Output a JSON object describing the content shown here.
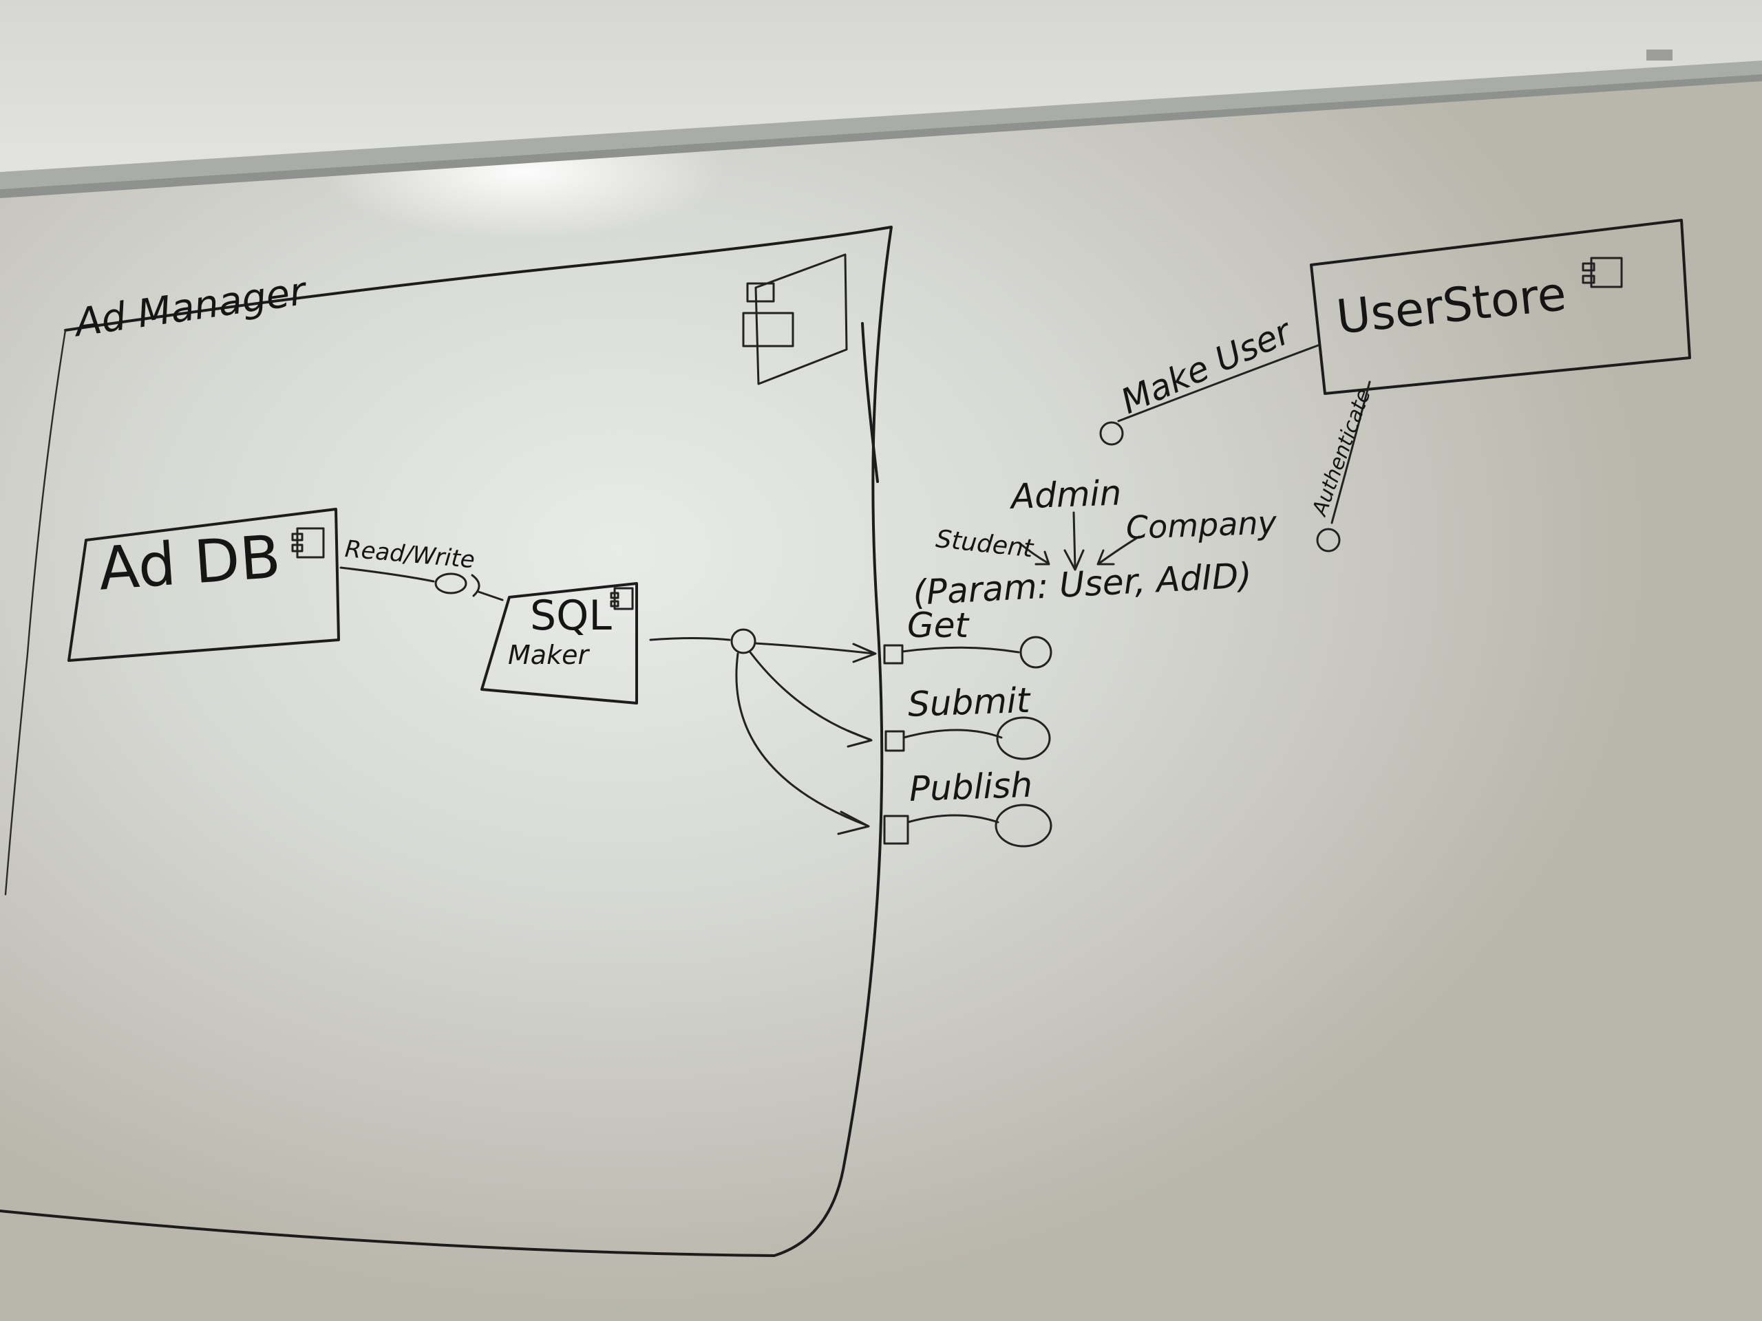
{
  "diagram": {
    "ad_manager": {
      "title": "Ad Manager"
    },
    "ad_db": {
      "label": "Ad DB"
    },
    "sql_maker": {
      "label_top": "SQL",
      "label_bottom": "Maker"
    },
    "read_write": {
      "label": "Read/Write"
    },
    "user_store": {
      "label": "UserStore"
    },
    "make_user": {
      "label": "Make User"
    },
    "authenticate": {
      "label": "Authenticate"
    },
    "roles": {
      "admin": "Admin",
      "student": "Student",
      "company": "Company"
    },
    "params": {
      "label": "(Param: User, AdID)"
    },
    "ports": {
      "get": "Get",
      "submit": "Submit",
      "publish": "Publish"
    }
  }
}
